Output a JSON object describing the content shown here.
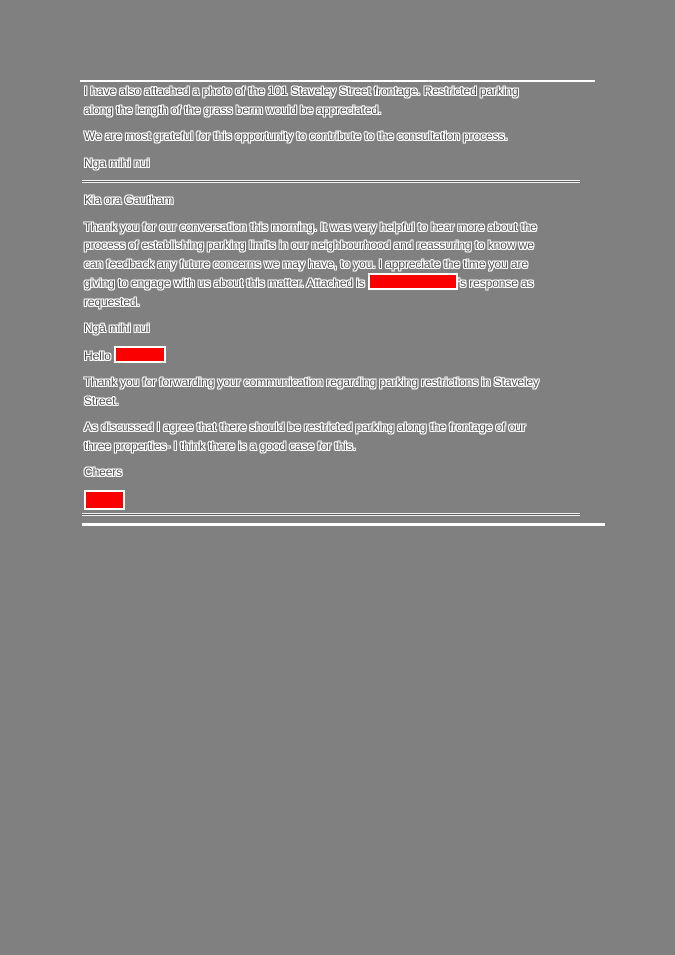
{
  "document": {
    "background_color": "#808080",
    "text_color": "#4e4e4e",
    "text_halo_color": "#ffffff",
    "redaction_color": "#fb0000",
    "redaction_border_color": "#ffffff",
    "messages": [
      {
        "paragraph_1": "I have also attached a photo of the 101 Staveley Street frontage. Restricted parking\nalong the length of the grass berm would be appreciated.",
        "paragraph_2": "We are most grateful for this opportunity to contribute to the consultation process.",
        "signoff": "Nga mihi nui"
      },
      {
        "greeting": "Kia ora Gautham",
        "body_before_redaction": "Thank you for our conversation this morning. It was very helpful to hear more about the\nprocess of establishing parking limits in our neighbourhood and reassuring to know we\ncan feedback any future concerns we may have, to you. I appreciate the time you are\ngiving to engage with us about this matter. Attached is ",
        "body_after_redaction": "'s response as\nrequested.",
        "signoff": "Ngā mihi nui"
      },
      {
        "greeting_before_redaction": "Hello ",
        "paragraph_1": "Thank you for forwarding your communication regarding parking restrictions in Staveley\nStreet.",
        "paragraph_2": "As discussed I agree that there should be restricted parking along the frontage of our\nthree properties- I think there is a good case for this.",
        "signoff": "Cheers"
      }
    ]
  }
}
